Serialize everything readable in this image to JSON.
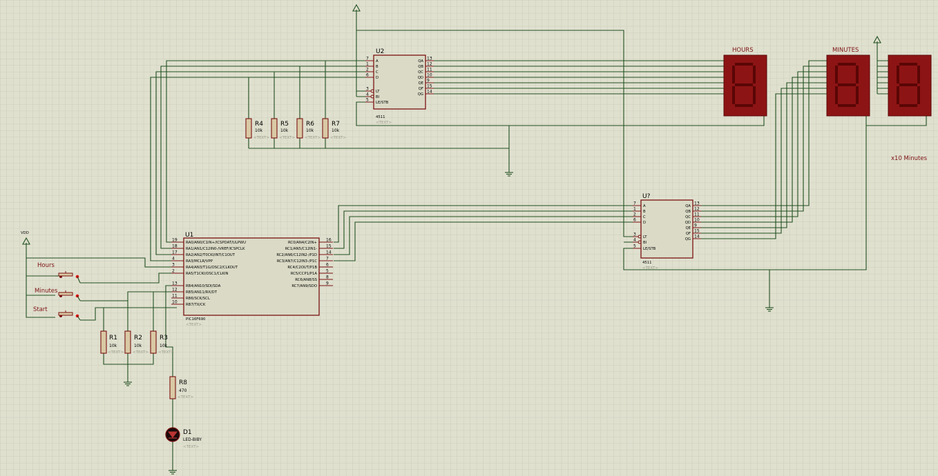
{
  "colors": {
    "background": "#e0e0cf",
    "grid": "#c9c9b6",
    "wire": "#1f4f1f",
    "component": "#7a1111",
    "display": "#8d1414"
  },
  "icons": [
    "ground-icon",
    "power-arrow-icon",
    "resistor-icon",
    "push-button-icon",
    "led-icon",
    "seven-segment-icon"
  ],
  "labels": {
    "hours": "HOURS",
    "minutes": "MINUTES",
    "x10_minutes": "x10 Minutes",
    "vdd": "VDD",
    "btn_hours": "Hours",
    "btn_minutes": "Minutes",
    "btn_start": "Start"
  },
  "u1": {
    "ref": "U1",
    "part": "PIC16F690",
    "text": "<TEXT>",
    "left_pins": [
      {
        "num": "19",
        "label": "RA0/AN0/C1IN+/ICSPDAT/ULPWU"
      },
      {
        "num": "18",
        "label": "RA1/AN1/C12IN0-/VREF/ICSPCLK"
      },
      {
        "num": "17",
        "label": "RA2/AN2/T0CKI/INT/C1OUT"
      },
      {
        "num": "4",
        "label": "RA3/MCLR/VPP"
      },
      {
        "num": "3",
        "label": "RA4/AN3/T1G/OSC2/CLKOUT"
      },
      {
        "num": "2",
        "label": "RA5/T1CKI/OSC1/CLKIN"
      },
      {
        "num": "13",
        "label": "RB4/AN10/SDI/SDA"
      },
      {
        "num": "12",
        "label": "RB5/AN11/RX/DT"
      },
      {
        "num": "11",
        "label": "RB6/SCK/SCL"
      },
      {
        "num": "10",
        "label": "RB7/TX/CK"
      }
    ],
    "right_pins": [
      {
        "num": "16",
        "label": "RC0/AN4/C2IN+"
      },
      {
        "num": "15",
        "label": "RC1/AN5/C12IN1-"
      },
      {
        "num": "14",
        "label": "RC2/AN6/C12IN2-/P1D"
      },
      {
        "num": "7",
        "label": "RC3/AN7/C12IN3-/P1C"
      },
      {
        "num": "6",
        "label": "RC4/C2OUT/P1B"
      },
      {
        "num": "5",
        "label": "RC5/CCP1/P1A"
      },
      {
        "num": "8",
        "label": "RC6/AN8/SS"
      },
      {
        "num": "9",
        "label": "RC7/AN9/SDO"
      }
    ]
  },
  "u2": {
    "ref": "U2",
    "part": "4511",
    "text": "<TEXT>",
    "left_pins": [
      {
        "num": "7",
        "label": "A"
      },
      {
        "num": "1",
        "label": "B"
      },
      {
        "num": "2",
        "label": "C"
      },
      {
        "num": "6",
        "label": "D"
      },
      {
        "num": "3",
        "label": "LT"
      },
      {
        "num": "4",
        "label": "BI"
      },
      {
        "num": "5",
        "label": "LE/STB"
      }
    ],
    "right_pins": [
      {
        "num": "13",
        "label": "QA"
      },
      {
        "num": "12",
        "label": "QB"
      },
      {
        "num": "11",
        "label": "QC"
      },
      {
        "num": "10",
        "label": "QD"
      },
      {
        "num": "9",
        "label": "QE"
      },
      {
        "num": "15",
        "label": "QF"
      },
      {
        "num": "14",
        "label": "QG"
      }
    ]
  },
  "u3": {
    "ref": "U?",
    "part": "4511",
    "text": "<TEXT>",
    "left_pins": [
      {
        "num": "7",
        "label": "A"
      },
      {
        "num": "1",
        "label": "B"
      },
      {
        "num": "2",
        "label": "C"
      },
      {
        "num": "6",
        "label": "D"
      },
      {
        "num": "3",
        "label": "LT"
      },
      {
        "num": "4",
        "label": "BI"
      },
      {
        "num": "5",
        "label": "LE/STB"
      }
    ],
    "right_pins": [
      {
        "num": "13",
        "label": "QA"
      },
      {
        "num": "12",
        "label": "QB"
      },
      {
        "num": "11",
        "label": "QC"
      },
      {
        "num": "10",
        "label": "QD"
      },
      {
        "num": "9",
        "label": "QE"
      },
      {
        "num": "15",
        "label": "QF"
      },
      {
        "num": "14",
        "label": "QG"
      }
    ]
  },
  "resistors": [
    {
      "ref": "R4",
      "value": "10k",
      "text": "<TEXT>"
    },
    {
      "ref": "R5",
      "value": "10k",
      "text": "<TEXT>"
    },
    {
      "ref": "R6",
      "value": "10k",
      "text": "<TEXT>"
    },
    {
      "ref": "R7",
      "value": "10k",
      "text": "<TEXT>"
    },
    {
      "ref": "R1",
      "value": "10k",
      "text": "<TEXT>"
    },
    {
      "ref": "R2",
      "value": "10k",
      "text": "<TEXT>"
    },
    {
      "ref": "R3",
      "value": "10k",
      "text": "<TEXT>"
    },
    {
      "ref": "R8",
      "value": "470",
      "text": "<TEXT>"
    }
  ],
  "led": {
    "ref": "D1",
    "value": "LED-BIBY",
    "text": "<TEXT>"
  },
  "displays": [
    {
      "digit": "8"
    },
    {
      "digit": "8"
    },
    {
      "digit": "8"
    }
  ]
}
